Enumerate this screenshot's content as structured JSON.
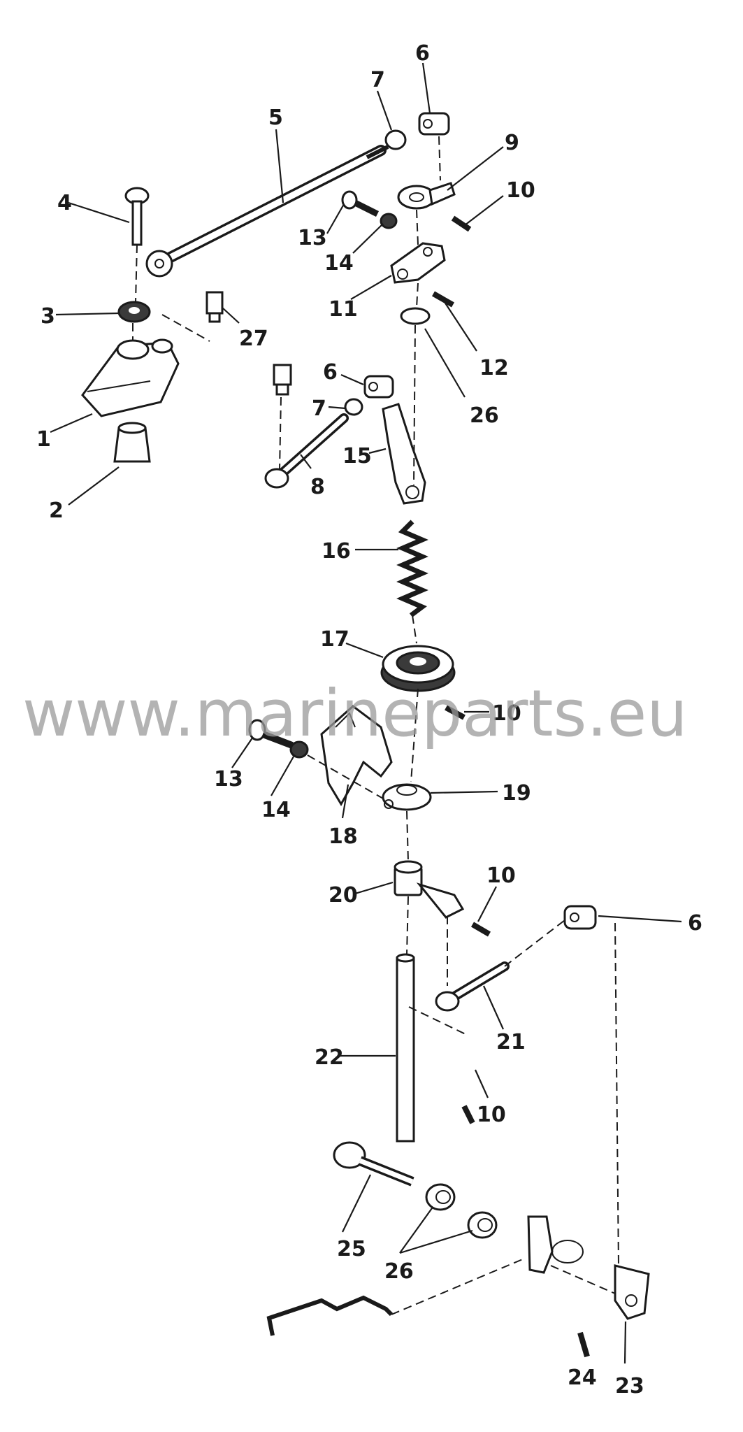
{
  "watermark": "www.marineparts.eu",
  "callouts": [
    "1",
    "2",
    "3",
    "4",
    "5",
    "6",
    "7",
    "9",
    "10",
    "13",
    "14",
    "11",
    "12",
    "26",
    "27",
    "6",
    "7",
    "8",
    "15",
    "16",
    "17",
    "10",
    "13",
    "14",
    "18",
    "19",
    "20",
    "10",
    "6",
    "21",
    "22",
    "10",
    "25",
    "26",
    "24",
    "23"
  ]
}
